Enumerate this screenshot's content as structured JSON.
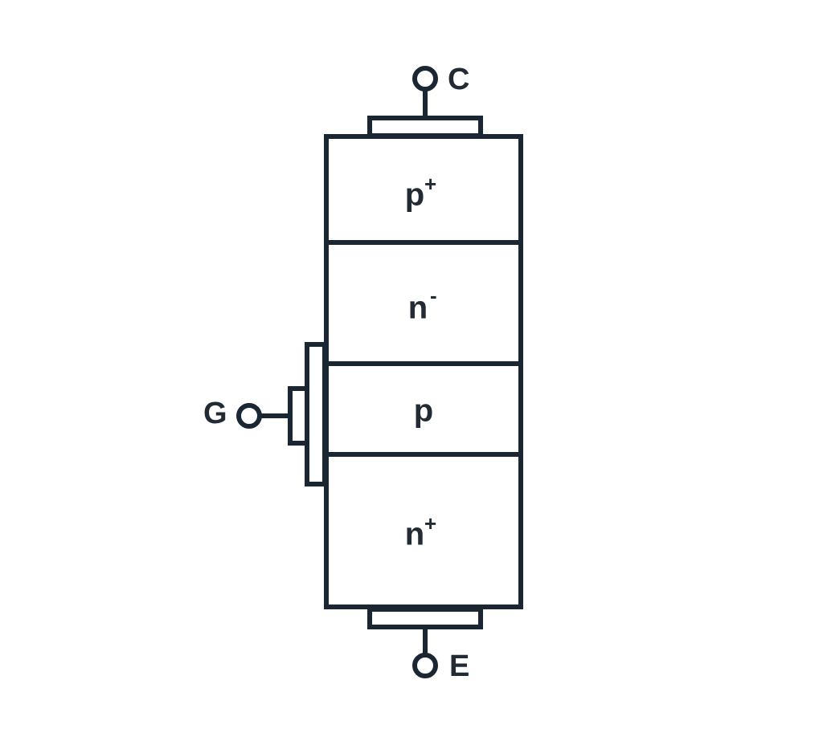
{
  "diagram": {
    "layers": [
      {
        "base": "p",
        "sup": "+"
      },
      {
        "base": "n",
        "sup": "-"
      },
      {
        "base": "p",
        "sup": ""
      },
      {
        "base": "n",
        "sup": "+"
      }
    ],
    "terminals": {
      "collector": "C",
      "gate": "G",
      "emitter": "E"
    },
    "colors": {
      "stroke": "#1b2633",
      "text": "#222a33",
      "background": "#ffffff"
    }
  }
}
